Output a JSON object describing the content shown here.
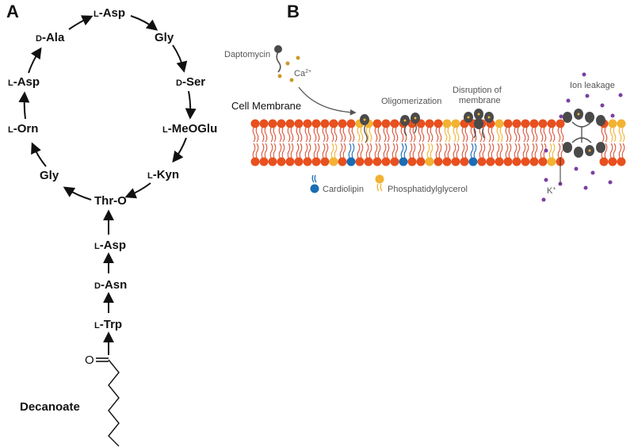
{
  "panel_a": {
    "letter": "A",
    "ring": [
      {
        "prefix": "L",
        "name": "-Asp"
      },
      {
        "prefix": "",
        "name": "Gly"
      },
      {
        "prefix": "D",
        "name": "-Ser"
      },
      {
        "prefix": "L",
        "name": "-MeOGlu"
      },
      {
        "prefix": "L",
        "name": "-Kyn"
      },
      {
        "prefix": "",
        "name": "Thr-O"
      },
      {
        "prefix": "",
        "name": "Gly"
      },
      {
        "prefix": "L",
        "name": "-Orn"
      },
      {
        "prefix": "L",
        "name": "-Asp"
      },
      {
        "prefix": "D",
        "name": "-Ala"
      }
    ],
    "chain": [
      {
        "prefix": "L",
        "name": "-Asp"
      },
      {
        "prefix": "D",
        "name": "-Asn"
      },
      {
        "prefix": "L",
        "name": "-Trp"
      }
    ],
    "carbonyl_o": "O",
    "tail_label": "Decanoate"
  },
  "panel_b": {
    "letter": "B",
    "daptomycin_label": "Daptomycin",
    "calcium_label": "Ca",
    "calcium_charge": "2+",
    "cell_membrane_label": "Cell Membrane",
    "oligomerization_label": "Oligomerization",
    "disruption_label_line1": "Disruption of",
    "disruption_label_line2": "membrane",
    "ion_leakage_label": "Ion leakage",
    "potassium_label": "K",
    "potassium_charge": "+",
    "legend_cardiolipin": "Cardiolipin",
    "legend_pg": "Phosphatidylglycerol",
    "colors": {
      "head_red": "#e8501f",
      "tail_red": "#d9553a",
      "cardiolipin_blue": "#1a6cb5",
      "pg_yellow": "#f2b233",
      "dapto_dark": "#4a4a4a",
      "ion_purple": "#7b3fa0",
      "calcium_gold": "#c99a2e"
    }
  }
}
